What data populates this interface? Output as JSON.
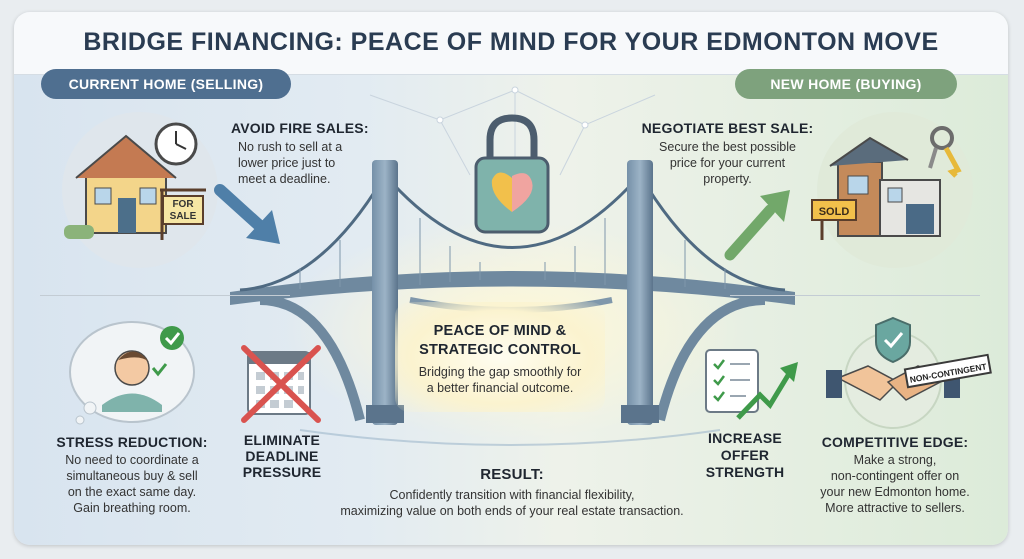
{
  "title": "BRIDGE FINANCING: PEACE OF MIND FOR YOUR EDMONTON MOVE",
  "pills": {
    "left": "CURRENT HOME (SELLING)",
    "right": "NEW HOME (BUYING)"
  },
  "signs": {
    "for_sale_line1": "FOR",
    "for_sale_line2": "SALE",
    "sold": "SOLD",
    "non_contingent": "NON-CONTINGENT"
  },
  "sections": {
    "avoid_fire_sales": {
      "heading": "AVOID FIRE SALES:",
      "lines": [
        "No rush to sell at a",
        "lower price just to",
        "meet a deadline."
      ]
    },
    "negotiate_best_sale": {
      "heading": "NEGOTIATE BEST SALE:",
      "lines": [
        "Secure the best possible",
        "price for your current",
        "property."
      ]
    },
    "stress_reduction": {
      "heading": "STRESS REDUCTION:",
      "lines": [
        "No need to coordinate a",
        "simultaneous buy & sell",
        "on the exact same day.",
        "Gain breathing room."
      ]
    },
    "eliminate_deadline": {
      "lines": [
        "ELIMINATE",
        "DEADLINE",
        "PRESSURE"
      ]
    },
    "peace_of_mind": {
      "heading_lines": [
        "PEACE OF MIND &",
        "STRATEGIC CONTROL"
      ],
      "lines": [
        "Bridging the gap smoothly for",
        "a better financial outcome."
      ]
    },
    "increase_offer": {
      "lines": [
        "INCREASE",
        "OFFER",
        "STRENGTH"
      ]
    },
    "competitive_edge": {
      "heading": "COMPETITIVE EDGE:",
      "lines": [
        "Make a strong,",
        "non-contingent offer on",
        "your new Edmonton home.",
        "More attractive to sellers."
      ]
    },
    "result": {
      "heading": "RESULT:",
      "lines": [
        "Confidently transition with financial flexibility,",
        "maximizing value on both ends of your real estate transaction."
      ]
    }
  },
  "colors": {
    "title": "#2a3c52",
    "pill_left": "#4f6f90",
    "pill_right": "#7ea27d",
    "bridge": "#5f7a92",
    "check_green": "#3f9a4a",
    "x_red": "#d9534f"
  },
  "icons": [
    "house-icon",
    "clock-icon",
    "lock-icon",
    "heart-icon",
    "brain-icon",
    "keys-icon",
    "person-icon",
    "checkmark-icon",
    "calendar-icon",
    "checklist-icon",
    "shield-icon",
    "handshake-icon",
    "arrow-down-icon",
    "arrow-up-icon",
    "bridge-icon"
  ]
}
